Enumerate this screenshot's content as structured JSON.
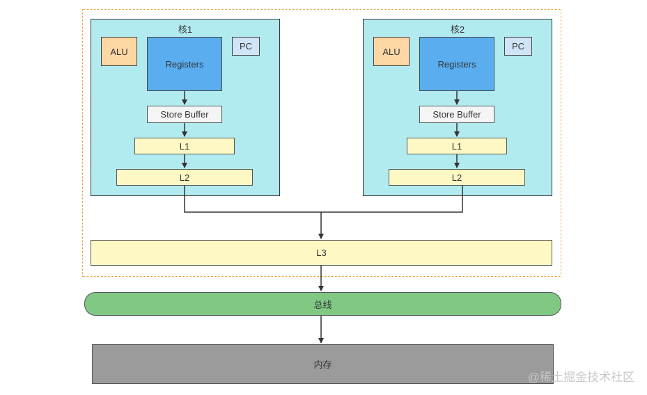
{
  "cores": [
    {
      "title": "核1",
      "alu": "ALU",
      "pc": "PC",
      "registers": "Registers",
      "store_buffer": "Store Buffer",
      "l1": "L1",
      "l2": "L2"
    },
    {
      "title": "核2",
      "alu": "ALU",
      "pc": "PC",
      "registers": "Registers",
      "store_buffer": "Store Buffer",
      "l1": "L1",
      "l2": "L2"
    }
  ],
  "l3": "L3",
  "bus": "总线",
  "memory": "内存",
  "watermark": "@稀土掘金技术社区"
}
